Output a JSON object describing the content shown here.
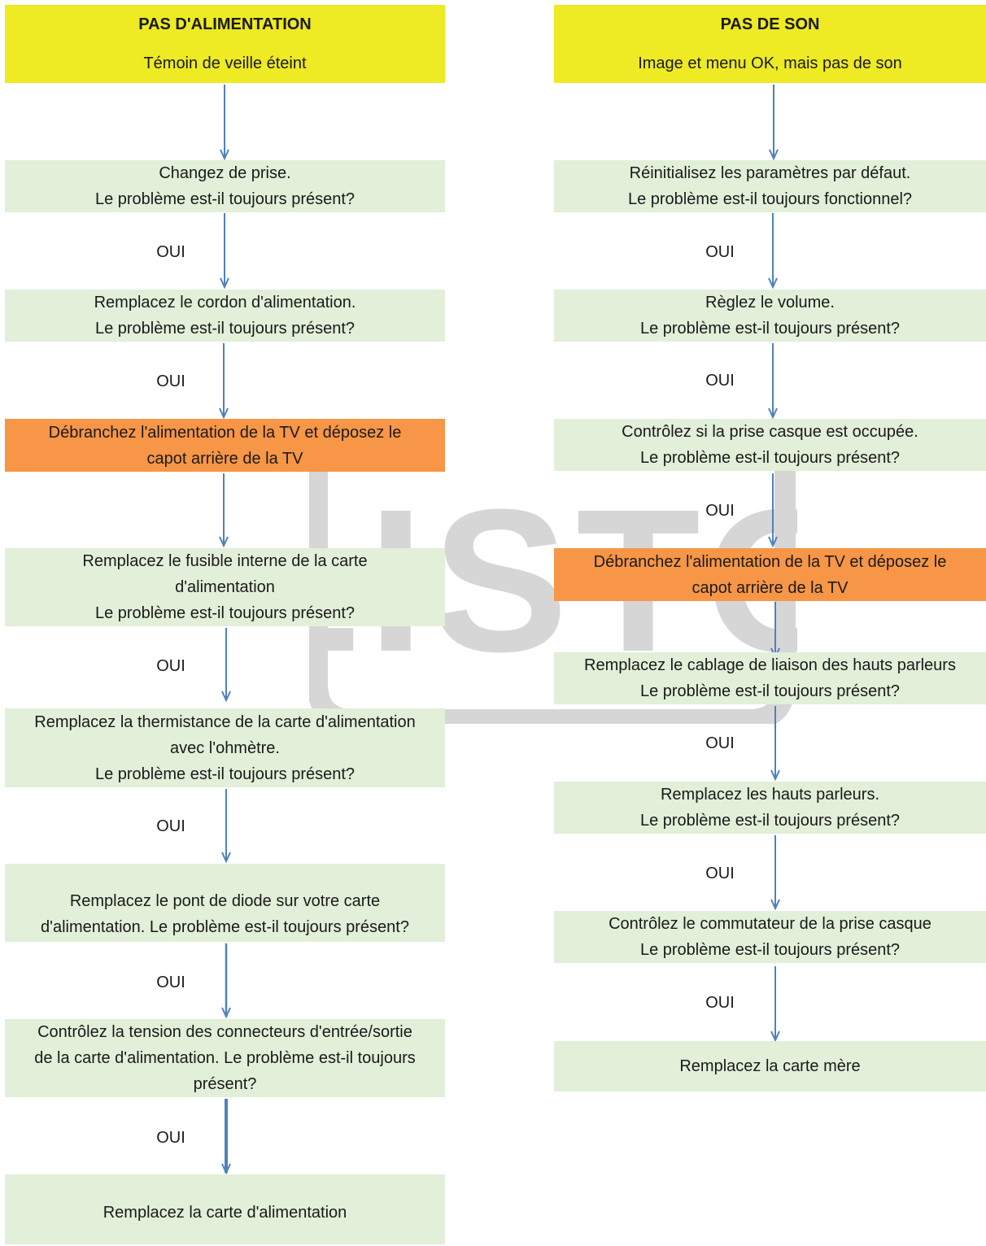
{
  "watermark": {
    "text": "LISTO"
  },
  "left": {
    "header": {
      "title": "PAS D'ALIMENTATION",
      "subtitle": "Témoin de veille éteint"
    },
    "steps": [
      {
        "lines": [
          "Changez de prise.",
          "Le problème est-il toujours présent?"
        ]
      },
      {
        "lines": [
          "Remplacez le cordon d'alimentation.",
          "Le problème est-il toujours présent?"
        ]
      },
      {
        "lines": [
          "Débranchez l'alimentation de la TV et déposez le",
          "capot arrière de la TV"
        ]
      },
      {
        "lines": [
          "Remplacez le fusible interne de la carte",
          "d'alimentation",
          "Le problème est-il toujours présent?"
        ]
      },
      {
        "lines": [
          "Remplacez la thermistance de la carte d'alimentation",
          "avec l'ohmètre.",
          "Le problème est-il toujours présent?"
        ]
      },
      {
        "lines": [
          "Remplacez le pont de diode sur votre carte",
          "d'alimentation. Le problème est-il toujours présent?"
        ]
      },
      {
        "lines": [
          "Contrôlez la tension des connecteurs d'entrée/sortie",
          "de la carte d'alimentation. Le problème est-il toujours",
          "présent?"
        ]
      },
      {
        "lines": [
          "Remplacez la carte d'alimentation"
        ]
      }
    ],
    "yes_labels": [
      "OUI",
      "OUI",
      "OUI",
      "OUI",
      "OUI",
      "OUI"
    ]
  },
  "right": {
    "header": {
      "title": "PAS DE SON",
      "subtitle": "Image et menu OK, mais pas de son"
    },
    "steps": [
      {
        "lines": [
          "Réinitialisez les paramètres par défaut.",
          "Le problème est-il toujours fonctionnel?"
        ]
      },
      {
        "lines": [
          "Règlez le volume.",
          "Le problème est-il toujours présent?"
        ]
      },
      {
        "lines": [
          "Contrôlez si la prise casque est occupée.",
          "Le problème est-il toujours présent?"
        ]
      },
      {
        "lines": [
          "Débranchez l'alimentation de la TV et déposez le",
          "capot arrière de la TV"
        ]
      },
      {
        "lines": [
          "Remplacez le cablage de liaison des hauts parleurs",
          "Le problème est-il toujours présent?"
        ]
      },
      {
        "lines": [
          "Remplacez les hauts parleurs.",
          "Le problème est-il toujours présent?"
        ]
      },
      {
        "lines": [
          "Contrôlez le commutateur de la prise casque",
          "Le problème est-il toujours présent?"
        ]
      },
      {
        "lines": [
          "Remplacez la carte mère"
        ]
      }
    ],
    "yes_labels": [
      "OUI",
      "OUI",
      "OUI",
      "OUI",
      "OUI",
      "OUI"
    ]
  },
  "colors": {
    "header": "#eeea23",
    "step": "#e2efd9",
    "highlight": "#f79646",
    "arrow": "#4f81bd",
    "watermark": "#d6d6d6"
  }
}
